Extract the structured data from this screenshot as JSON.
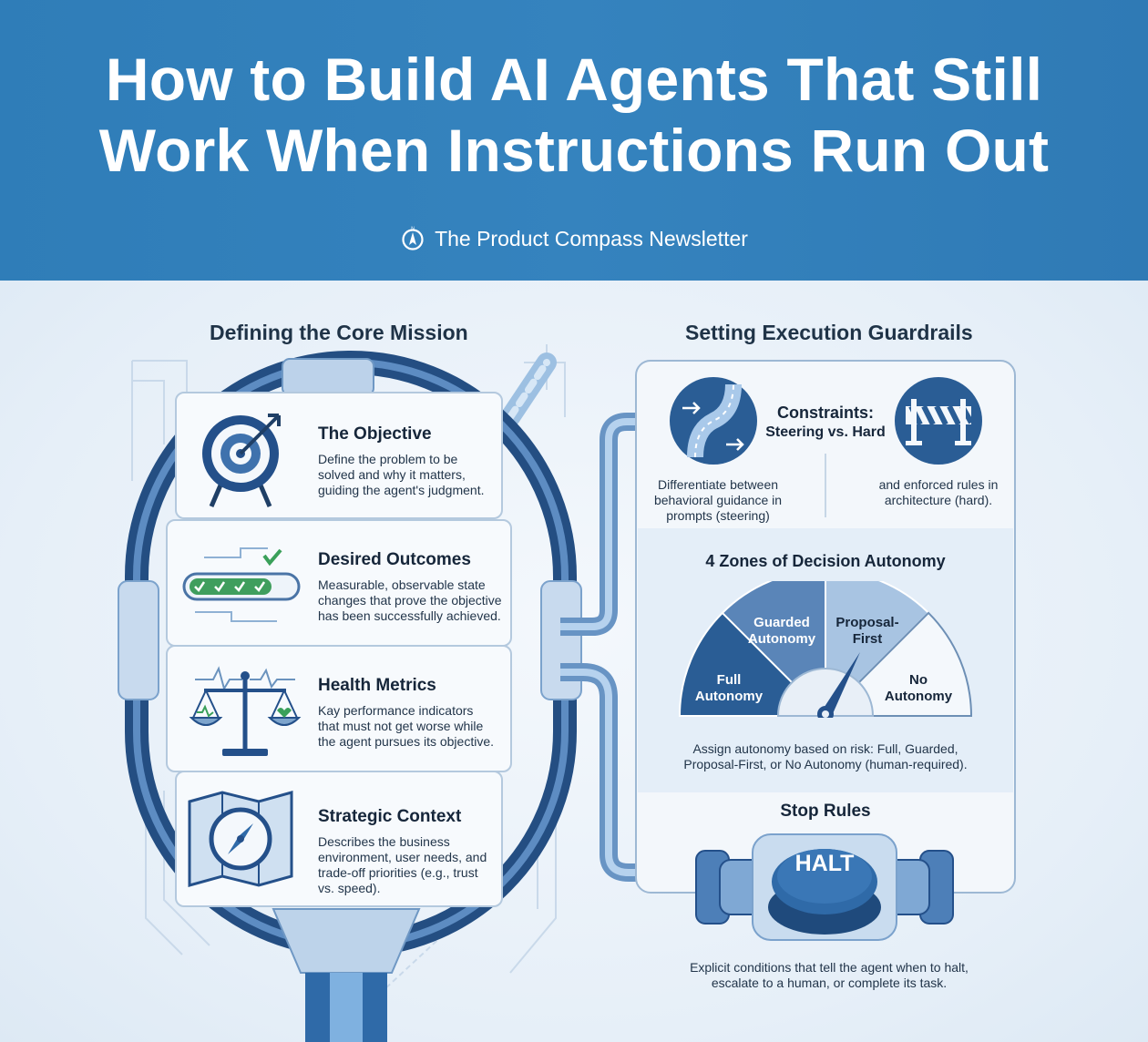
{
  "header": {
    "title_line1": "How to Build AI Agents That Still",
    "title_line2": "Work When Instructions Run Out",
    "byline": "The Product Compass Newsletter",
    "byline_icon": "compass-icon",
    "background": "#3180bb"
  },
  "left": {
    "section_title": "Defining the Core Mission",
    "cards": [
      {
        "title": "The Objective",
        "desc": [
          "Define the problem to be",
          "solved and why it matters,",
          "guiding the agent's judgment."
        ],
        "icon": "target-icon"
      },
      {
        "title": "Desired Outcomes",
        "desc": [
          "Measurable, observable state",
          "changes that prove the objective",
          "has been successfully achieved."
        ],
        "icon": "progress-check-icon"
      },
      {
        "title": "Health Metrics",
        "desc": [
          "Kay performance indicators",
          "that must not get worse while",
          "the agent pursues its objective."
        ],
        "icon": "balance-scale-icon"
      },
      {
        "title": "Strategic Context",
        "desc": [
          "Describes the business",
          "environment, user needs, and",
          "trade-off priorities (e.g., trust",
          "vs. speed)."
        ],
        "icon": "map-compass-icon"
      }
    ]
  },
  "right": {
    "section_title": "Setting Execution Guardrails",
    "constraints": {
      "title_line1": "Constraints:",
      "title_line2": "Steering vs. Hard",
      "left_desc": [
        "Differentiate between",
        "behavioral guidance in",
        "prompts (steering)"
      ],
      "right_desc": [
        "and enforced rules in",
        "architecture (hard)."
      ],
      "left_icon": "winding-road-icon",
      "right_icon": "barrier-icon"
    },
    "autonomy": {
      "title": "4 Zones of Decision Autonomy",
      "zones": [
        {
          "line1": "Full",
          "line2": "Autonomy"
        },
        {
          "line1": "Guarded",
          "line2": "Autonomy"
        },
        {
          "line1": "Proposal-",
          "line2": "First"
        },
        {
          "line1": "No",
          "line2": "Autonomy"
        }
      ],
      "desc": [
        "Assign autonomy based on risk: Full, Guarded,",
        "Proposal-First, or No Autonomy (human-required)."
      ],
      "colors": [
        "#2a5d95",
        "#5a85b8",
        "#a8c4e2",
        "#f4f8fc"
      ]
    },
    "stop_rules": {
      "title": "Stop Rules",
      "button_label": "HALT",
      "desc": [
        "Explicit conditions that tell the agent when to halt,",
        "escalate to a human, or complete its task."
      ]
    }
  }
}
